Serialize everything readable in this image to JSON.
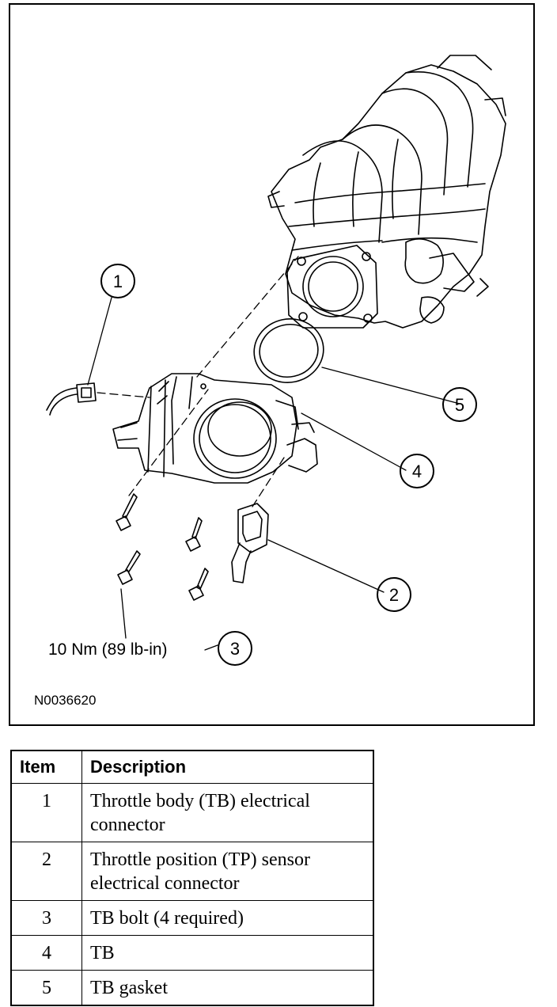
{
  "figure": {
    "callouts": [
      "1",
      "2",
      "3",
      "4",
      "5"
    ],
    "torque_spec": "10 Nm (89 lb-in)",
    "figure_id": "N0036620"
  },
  "table": {
    "headers": {
      "item": "Item",
      "description": "Description"
    },
    "rows": [
      {
        "item": "1",
        "description": "Throttle body (TB) electrical connector"
      },
      {
        "item": "2",
        "description": "Throttle position (TP) sensor electrical connector"
      },
      {
        "item": "3",
        "description": "TB bolt (4 required)"
      },
      {
        "item": "4",
        "description": "TB"
      },
      {
        "item": "5",
        "description": "TB gasket"
      }
    ]
  }
}
